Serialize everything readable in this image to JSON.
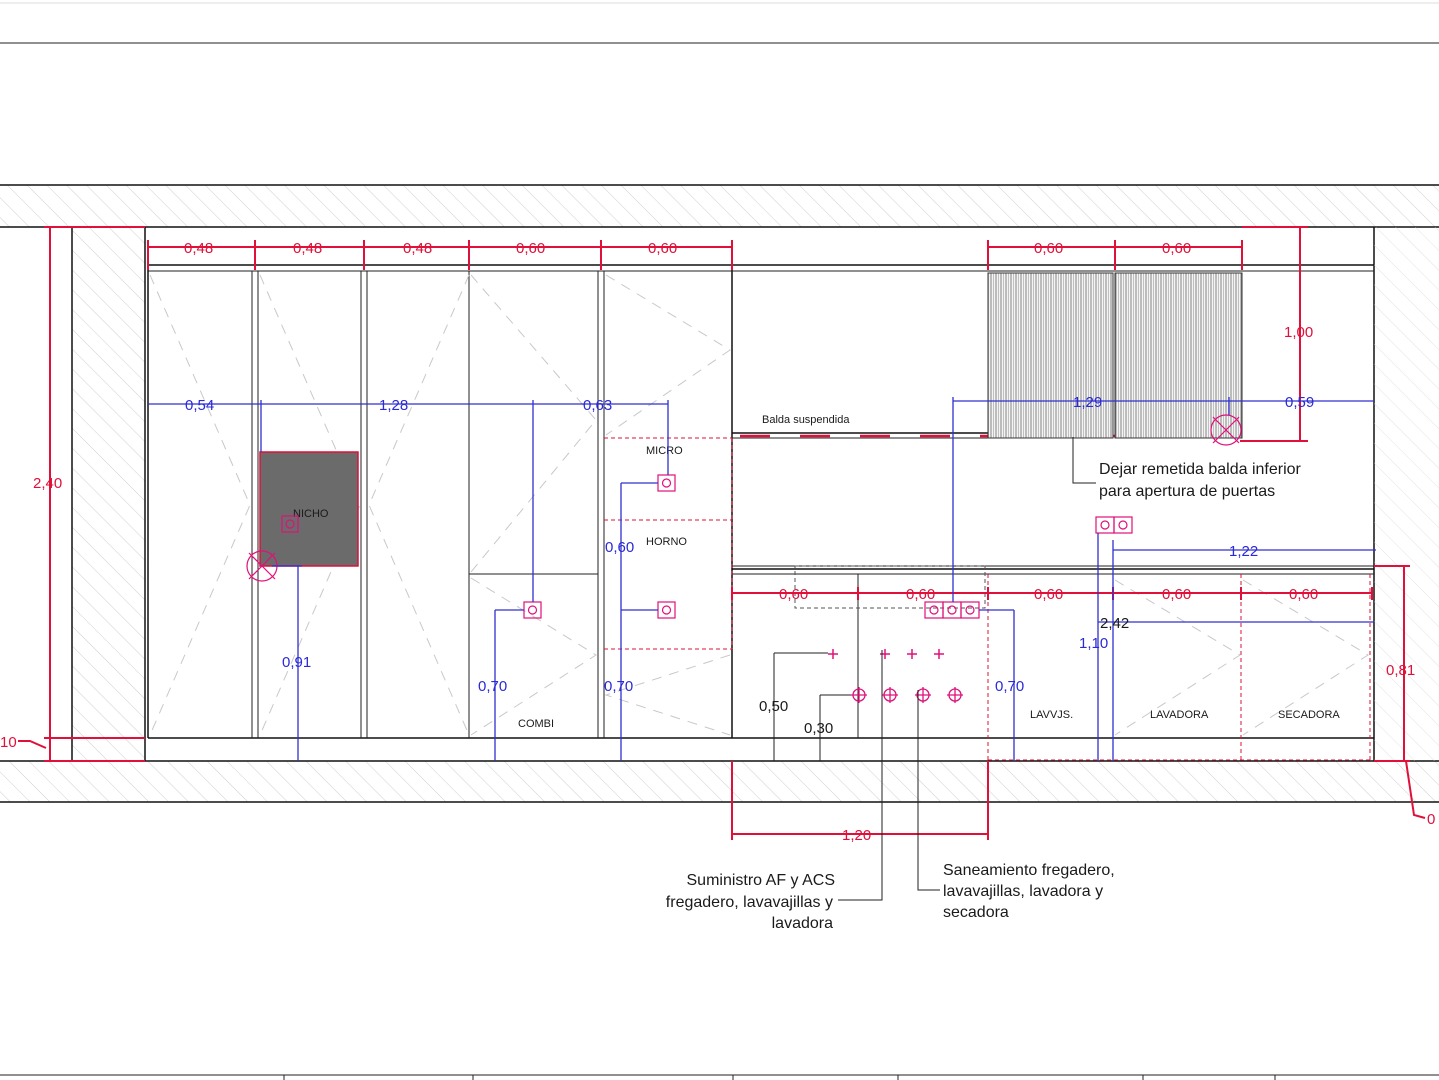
{
  "colors": {
    "dimension_red": "#e0103a",
    "dimension_blue": "#3030d0",
    "line_black": "#1a1a1a",
    "hatch_gray": "#c4c4c4",
    "nicho_fill": "#6b6b6b",
    "socket_pink": "#e0107a"
  },
  "icons": {
    "socket": "socket-icon",
    "light_point": "light-point-icon",
    "water_supply": "water-supply-icon",
    "drain": "drain-icon"
  },
  "dims_red": {
    "top_048_a": "0,48",
    "top_048_b": "0,48",
    "top_048_c": "0,48",
    "top_060_a": "0,60",
    "top_060_b": "0,60",
    "upper_060_a": "0,60",
    "upper_060_b": "0,60",
    "upper_height": "1,00",
    "total_height": "2,40",
    "plinth_left": "10",
    "counter_060_a": "0,60",
    "counter_060_b": "0,60",
    "counter_060_c": "0,60",
    "counter_060_d": "0,60",
    "counter_060_e": "0,60",
    "counter_height": "0,81",
    "bottom_120": "1,20",
    "right_cut": "0"
  },
  "dims_blue": {
    "d054": "0,54",
    "d128": "1,28",
    "d063": "0,63",
    "d129": "1,29",
    "d059": "0,59",
    "d122": "1,22",
    "d242": "2,42",
    "d110": "1,10",
    "d091": "0,91",
    "d070_combi": "0,70",
    "d070_horno": "0,70",
    "d060_horno": "0,60",
    "d070_sink": "0,70"
  },
  "dims_black": {
    "d050": "0,50",
    "d030": "0,30"
  },
  "labels": {
    "nicho": "NICHO",
    "micro": "MICRO",
    "horno": "HORNO",
    "combi": "COMBI",
    "balda": "Balda suspendida",
    "lavvjs": "LAVVJS.",
    "lavadora": "LAVADORA",
    "secadora": "SECADORA"
  },
  "notes": {
    "remetida_l1": "Dejar remetida balda inferior",
    "remetida_l2": "para apertura de puertas",
    "suministro_l1": "Suministro AF y ACS",
    "suministro_l2": "fregadero, lavavajillas y",
    "suministro_l3": "lavadora",
    "saneamiento_l1": "Saneamiento fregadero,",
    "saneamiento_l2": "lavavajillas, lavadora y",
    "saneamiento_l3": "secadora"
  }
}
